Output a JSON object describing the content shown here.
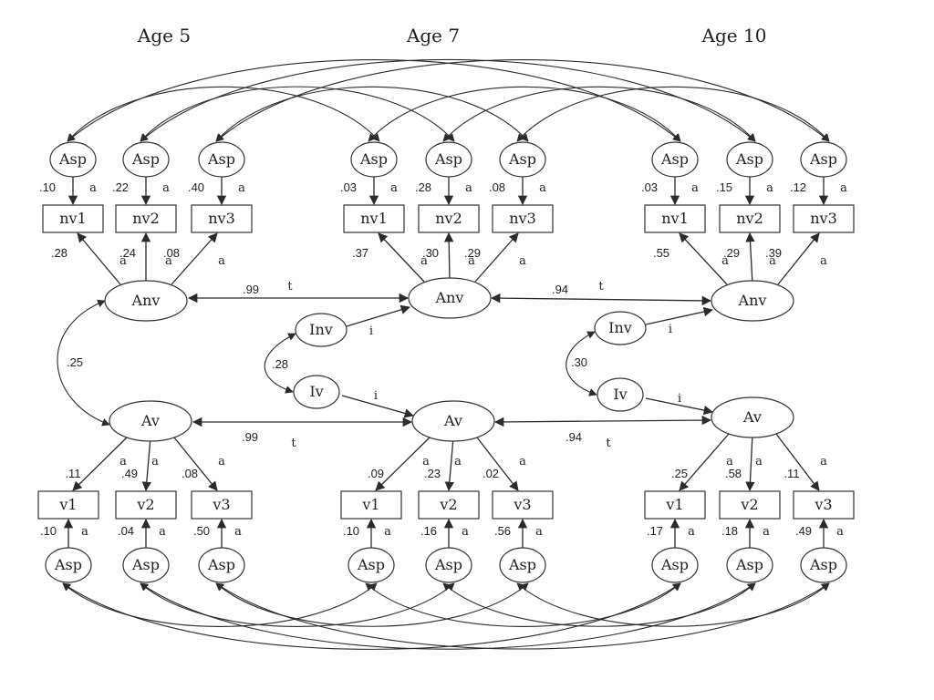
{
  "colors": {
    "residual": "#cc3300",
    "loading": "#1a1acc",
    "other": "#000000"
  },
  "header": {
    "age5": "Age 5",
    "age7": "Age 7",
    "age10": "Age 10"
  },
  "labels": {
    "asp": "Asp",
    "anv": "Anv",
    "av": "Av",
    "inv": "Inv",
    "iv": "Iv",
    "nv1": "nv1",
    "nv2": "nv2",
    "nv3": "nv3",
    "v1": "v1",
    "v2": "v2",
    "v3": "v3",
    "a": "a",
    "t": "t",
    "i": "i"
  },
  "coefficients": {
    "nv_resid_age5": [
      ".10",
      ".22",
      ".40"
    ],
    "nv_resid_age7": [
      ".03",
      ".28",
      ".08"
    ],
    "nv_resid_age10": [
      ".03",
      ".15",
      ".12"
    ],
    "nv_load_age5": [
      ".28",
      ".24",
      ".08"
    ],
    "nv_load_age7": [
      ".37",
      ".30",
      ".29"
    ],
    "nv_load_age10": [
      ".55",
      ".29",
      ".39"
    ],
    "v_load_age5": [
      ".11",
      ".49",
      ".08"
    ],
    "v_load_age7": [
      ".09",
      ".23",
      ".02"
    ],
    "v_load_age10": [
      ".25",
      ".58",
      ".11"
    ],
    "v_resid_age5": [
      ".10",
      ".04",
      ".50"
    ],
    "v_resid_age7": [
      ".10",
      ".16",
      ".56"
    ],
    "v_resid_age10": [
      ".17",
      ".18",
      ".49"
    ],
    "anv_path_5_7": ".99",
    "anv_path_7_10": ".94",
    "av_path_5_7": ".99",
    "av_path_7_10": ".94",
    "anv_av_cov_age5": ".25",
    "inv_iv_cov_age7": ".28",
    "inv_iv_cov_age10": ".30"
  }
}
